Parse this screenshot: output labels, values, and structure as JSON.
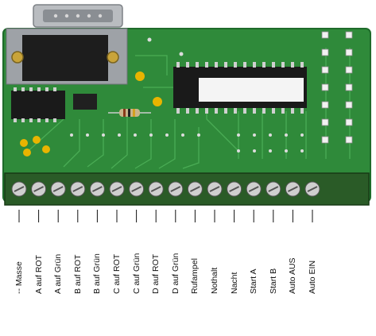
{
  "colors": {
    "pcb": "#2f8a3a",
    "pcb_dark": "#1f6b2b",
    "terminal_block": "#2a5b27",
    "screw_metal": "#cfcfcf",
    "connector_metal": "#a9acb0",
    "chip": "#1a1a1a",
    "label_sticker": "#f4f4f4",
    "gold_pad": "#e8b400"
  },
  "pin_labels": [
    "-- Masse",
    "A auf ROT",
    "A auf Grün",
    "B auf ROT",
    "B auf Grün",
    "C auf ROT",
    "C auf Grün",
    "D auf ROT",
    "D auf Grün",
    "Rufampel",
    "Nothalt",
    "Nacht",
    "Start A",
    "Start B",
    "Auto AUS",
    "Auto EIN"
  ],
  "icons": {
    "photo": "circuit-board-photo"
  }
}
